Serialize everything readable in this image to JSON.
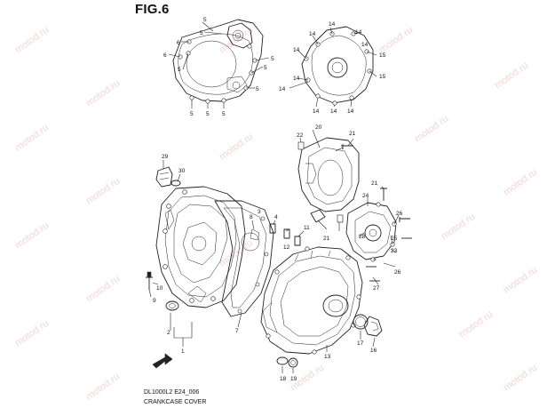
{
  "figure": {
    "title": "FIG.6",
    "model_code": "DL1000L2 E24_006",
    "caption": "CRANKCASE COVER",
    "watermark": "motod.ru"
  },
  "callouts": [
    {
      "id": "c1",
      "text": "1"
    },
    {
      "id": "c2",
      "text": "2"
    },
    {
      "id": "c3",
      "text": "3"
    },
    {
      "id": "c4",
      "text": "4"
    },
    {
      "id": "c5a",
      "text": "5"
    },
    {
      "id": "c5b",
      "text": "5"
    },
    {
      "id": "c5c",
      "text": "5"
    },
    {
      "id": "c5d",
      "text": "5"
    },
    {
      "id": "c5e",
      "text": "5"
    },
    {
      "id": "c5f",
      "text": "5"
    },
    {
      "id": "c5g",
      "text": "5"
    },
    {
      "id": "c5h",
      "text": "5"
    },
    {
      "id": "c5i",
      "text": "5"
    },
    {
      "id": "c6a",
      "text": "6"
    },
    {
      "id": "c6b",
      "text": "6"
    },
    {
      "id": "c7",
      "text": "7"
    },
    {
      "id": "c8",
      "text": "8"
    },
    {
      "id": "c9",
      "text": "9"
    },
    {
      "id": "c10",
      "text": "10"
    },
    {
      "id": "c11",
      "text": "11"
    },
    {
      "id": "c12",
      "text": "12"
    },
    {
      "id": "c13",
      "text": "13"
    },
    {
      "id": "c14a",
      "text": "14"
    },
    {
      "id": "c14b",
      "text": "14"
    },
    {
      "id": "c14c",
      "text": "14"
    },
    {
      "id": "c14d",
      "text": "14"
    },
    {
      "id": "c14e",
      "text": "14"
    },
    {
      "id": "c14f",
      "text": "14"
    },
    {
      "id": "c14g",
      "text": "14"
    },
    {
      "id": "c14h",
      "text": "14"
    },
    {
      "id": "c14i",
      "text": "14"
    },
    {
      "id": "c14j",
      "text": "14"
    },
    {
      "id": "c15a",
      "text": "15"
    },
    {
      "id": "c15b",
      "text": "15"
    },
    {
      "id": "c16",
      "text": "16"
    },
    {
      "id": "c17",
      "text": "17"
    },
    {
      "id": "c18",
      "text": "18"
    },
    {
      "id": "c19",
      "text": "19"
    },
    {
      "id": "c20",
      "text": "20"
    },
    {
      "id": "c21a",
      "text": "21"
    },
    {
      "id": "c21b",
      "text": "21"
    },
    {
      "id": "c21c",
      "text": "21"
    },
    {
      "id": "c22",
      "text": "22"
    },
    {
      "id": "c23",
      "text": "23"
    },
    {
      "id": "c24",
      "text": "24"
    },
    {
      "id": "c25",
      "text": "25"
    },
    {
      "id": "c26a",
      "text": "26"
    },
    {
      "id": "c26b",
      "text": "26"
    },
    {
      "id": "c27",
      "text": "27"
    },
    {
      "id": "c28",
      "text": "28"
    },
    {
      "id": "c29",
      "text": "29"
    },
    {
      "id": "c30",
      "text": "30"
    }
  ]
}
